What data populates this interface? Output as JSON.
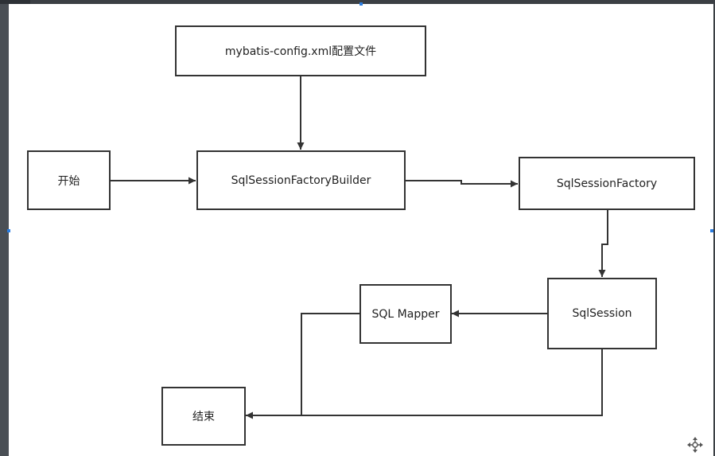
{
  "nodes": {
    "config": "mybatis-config.xml配置文件",
    "start": "开始",
    "builder": "SqlSessionFactoryBuilder",
    "factory": "SqlSessionFactory",
    "mapper": "SQL Mapper",
    "session": "SqlSession",
    "end": "结束"
  },
  "edges": [
    {
      "from": "config",
      "to": "builder"
    },
    {
      "from": "start",
      "to": "builder"
    },
    {
      "from": "builder",
      "to": "factory"
    },
    {
      "from": "factory",
      "to": "session"
    },
    {
      "from": "session",
      "to": "mapper"
    },
    {
      "from": "mapper",
      "to": "end"
    },
    {
      "from": "session",
      "to": "end"
    }
  ],
  "colors": {
    "stroke": "#333333",
    "background": "#ffffff",
    "selection_handle": "#2a7de1"
  },
  "icons": [
    "move-icon"
  ]
}
